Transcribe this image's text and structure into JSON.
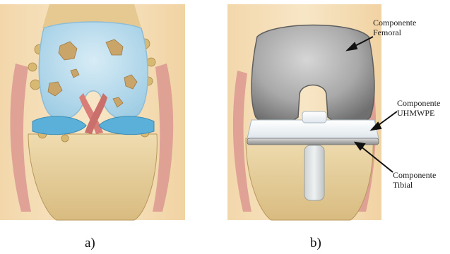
{
  "panels": {
    "a": {
      "caption": "a)"
    },
    "b": {
      "caption": "b)"
    }
  },
  "labels": {
    "femoral": {
      "line1": "Componente",
      "line2": "Femoral"
    },
    "uhmwpe": {
      "line1": "Componente",
      "line2": "UHMWPE"
    },
    "tibial": {
      "line1": "Componente",
      "line2": "Tibial"
    }
  },
  "colors": {
    "bone": "#e8cf9a",
    "bone_shadow": "#c9a96a",
    "ligament": "#d98a86",
    "cartilage_damaged": "#b9dced",
    "meniscus": "#5ab0d8",
    "metal": "#a6a6a6",
    "polyethylene": "#eef3f6",
    "background_skin": "#f4dcb3"
  }
}
